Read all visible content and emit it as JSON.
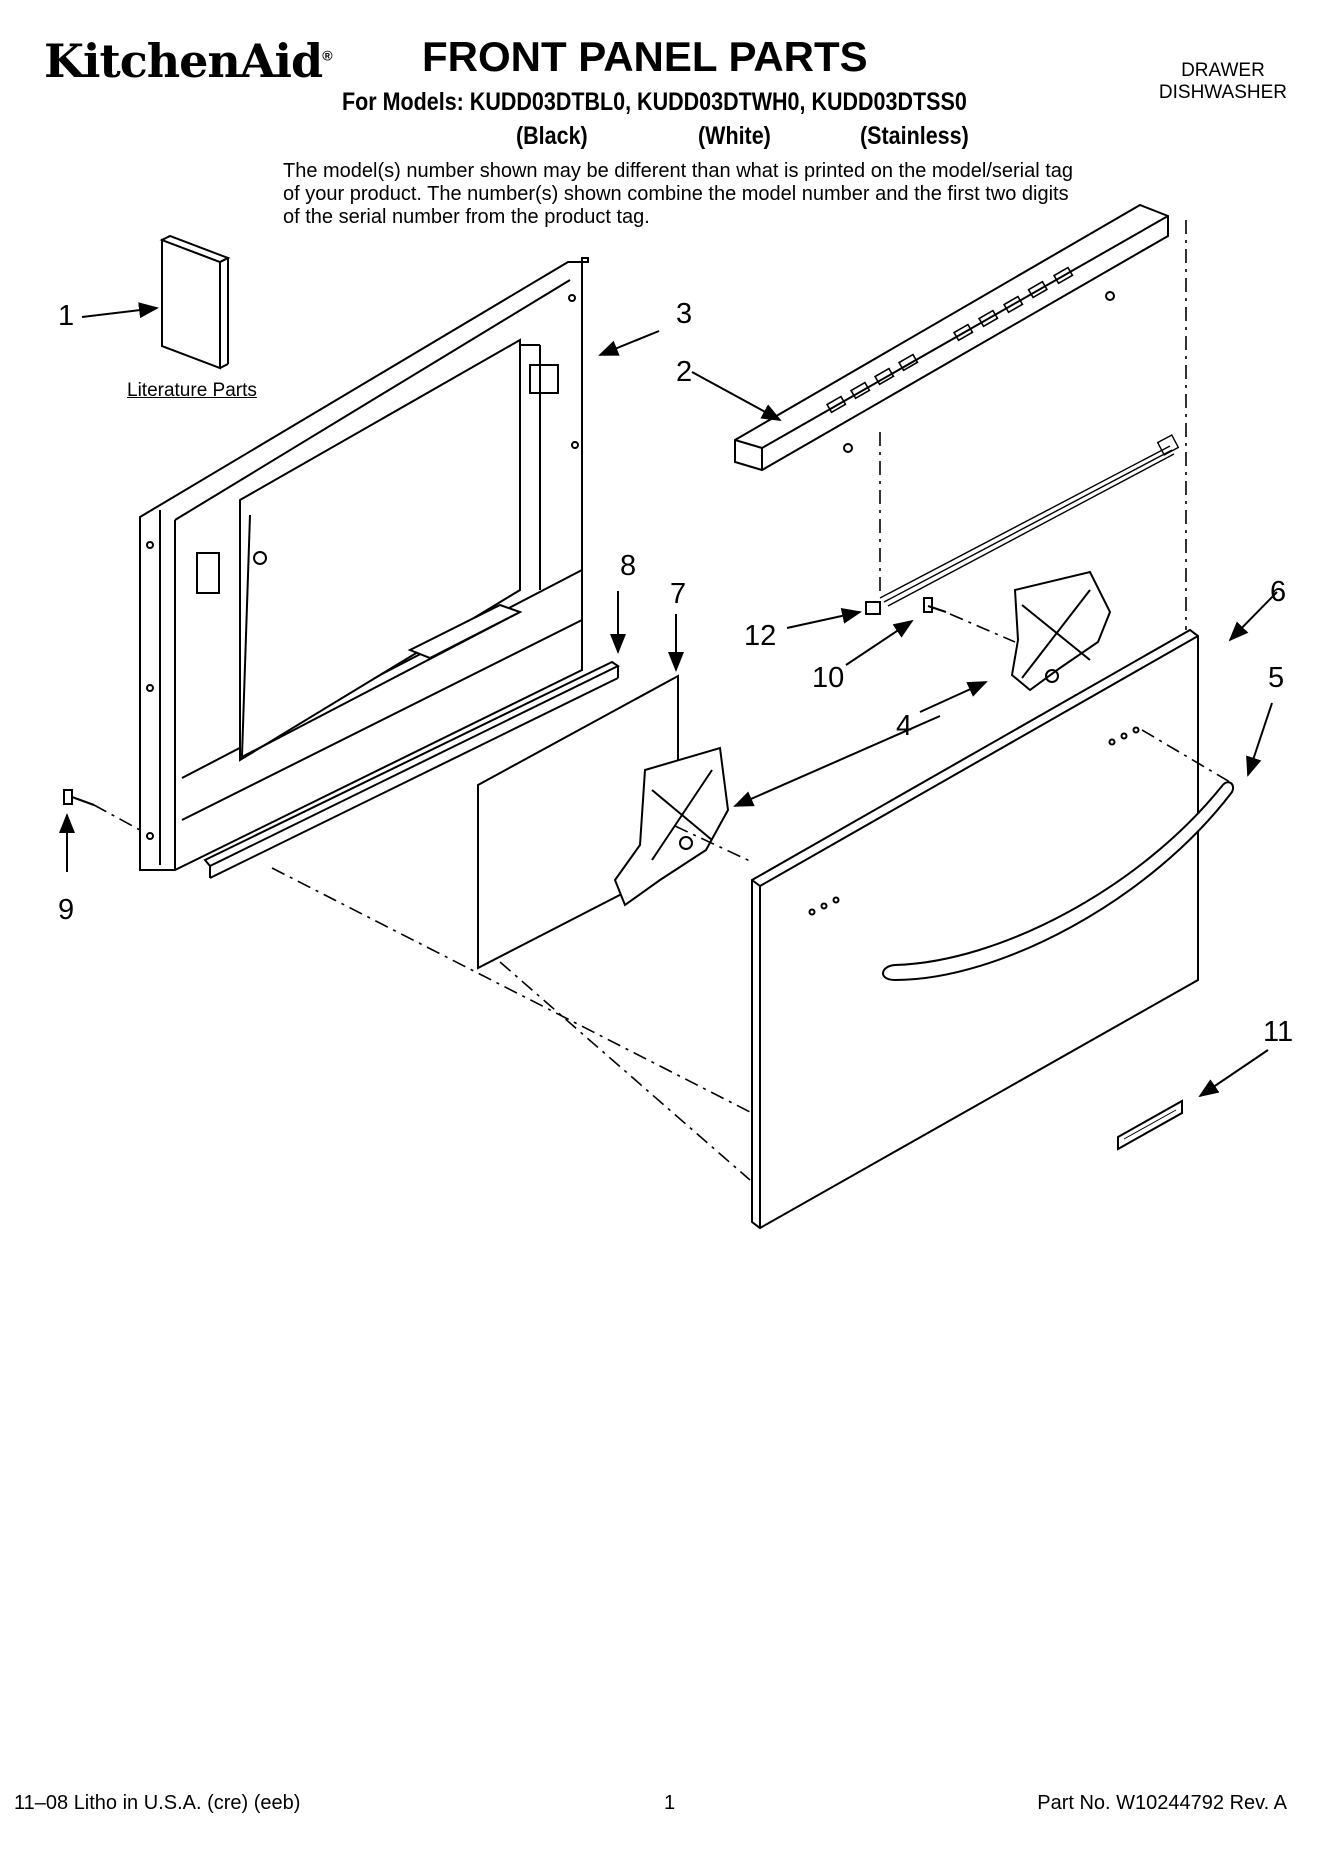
{
  "header": {
    "brand": "KitchenAid",
    "brand_mark": "®",
    "title": "FRONT PANEL PARTS",
    "models_line": "For Models: KUDD03DTBL0, KUDD03DTWH0, KUDD03DTSS0",
    "finishes": [
      "(Black)",
      "(White)",
      "(Stainless)"
    ],
    "category_line1": "DRAWER",
    "category_line2": "DISHWASHER"
  },
  "note": "The model(s) number shown may be different than what is printed on the model/serial tag of your product. The number(s) shown combine the model number and the first two digits of the serial number from the product tag.",
  "literature_label": "Literature Parts",
  "callouts": [
    "1",
    "2",
    "3",
    "4",
    "5",
    "6",
    "7",
    "8",
    "9",
    "10",
    "11",
    "12"
  ],
  "footer": {
    "left": "11–08 Litho in U.S.A. (cre) (eeb)",
    "page": "1",
    "right": "Part No. W10244792 Rev. A"
  }
}
